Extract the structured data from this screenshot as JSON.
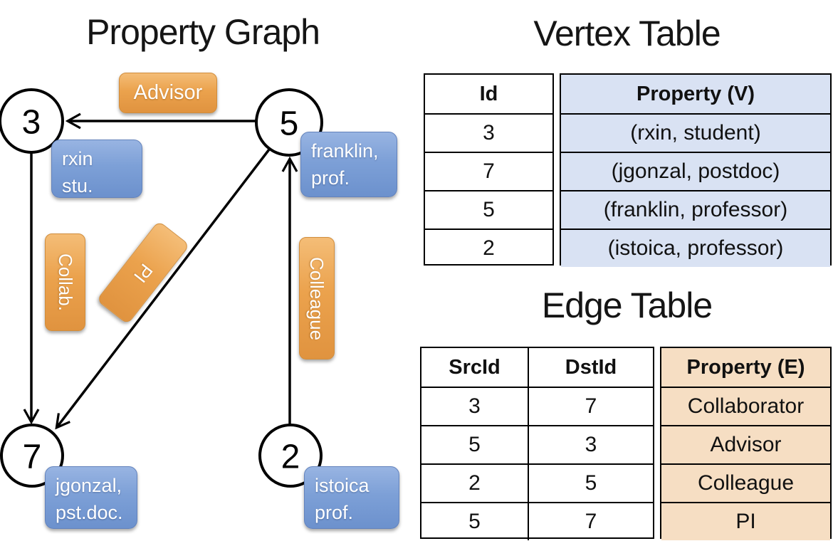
{
  "graph": {
    "title": "Property Graph",
    "nodes": [
      {
        "id": "3",
        "label_line1": "rxin",
        "label_line2": "stu."
      },
      {
        "id": "5",
        "label_line1": "franklin,",
        "label_line2": "prof."
      },
      {
        "id": "7",
        "label_line1": "jgonzal,",
        "label_line2": "pst.doc."
      },
      {
        "id": "2",
        "label_line1": "istoica",
        "label_line2": "prof."
      }
    ],
    "edge_labels": {
      "advisor": "Advisor",
      "collab": "Collab.",
      "pi": "PI",
      "colleague": "Colleague"
    }
  },
  "vertex_table": {
    "title": "Vertex Table",
    "columns": {
      "id": "Id",
      "property": "Property (V)"
    },
    "rows": [
      {
        "id": "3",
        "property": "(rxin, student)"
      },
      {
        "id": "7",
        "property": "(jgonzal, postdoc)"
      },
      {
        "id": "5",
        "property": "(franklin, professor)"
      },
      {
        "id": "2",
        "property": "(istoica, professor)"
      }
    ]
  },
  "edge_table": {
    "title": "Edge Table",
    "columns": {
      "src": "SrcId",
      "dst": "DstId",
      "property": "Property (E)"
    },
    "rows": [
      {
        "src": "3",
        "dst": "7",
        "property": "Collaborator"
      },
      {
        "src": "5",
        "dst": "3",
        "property": "Advisor"
      },
      {
        "src": "2",
        "dst": "5",
        "property": "Colleague"
      },
      {
        "src": "5",
        "dst": "7",
        "property": "PI"
      }
    ]
  },
  "colors": {
    "edge_label_orange": "#EBA24D",
    "vertex_label_blue": "#7DA0D7",
    "vertex_table_fill": "#D9E2F3",
    "edge_table_fill": "#F6DEC3",
    "line_black": "#000000"
  }
}
